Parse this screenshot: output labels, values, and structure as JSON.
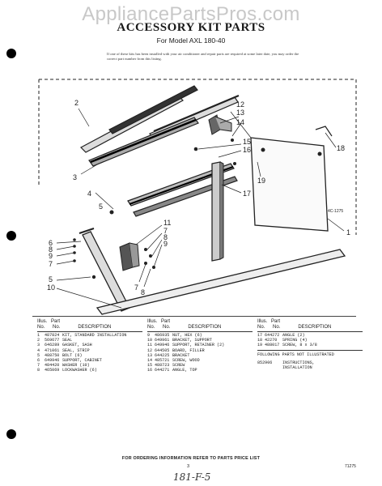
{
  "watermark": "AppliancePartsPros.com",
  "title": "ACCESSORY KIT PARTS",
  "subtitle": "For Model AXL 180-40",
  "note": "If one of these kits has been installed with your air conditioner and repair parts are required at some later date, you may order the correct part number from this listing.",
  "diagram_code": "4C-1275",
  "callouts": [
    "1",
    "2",
    "3",
    "4",
    "5",
    "6",
    "7",
    "8",
    "9",
    "10",
    "11",
    "12",
    "13",
    "14",
    "15",
    "16",
    "17",
    "18",
    "19"
  ],
  "table_header": {
    "illus": "Illus.",
    "part": "Part",
    "no": "No.",
    "no2": "No.",
    "description": "DESCRIPTION"
  },
  "columns": [
    [
      {
        "n": "1",
        "p": "487824",
        "d": "KIT, STANDARD INSTALLATION"
      },
      {
        "n": "2",
        "p": "569677",
        "d": "SEAL"
      },
      {
        "n": "3",
        "p": "646289",
        "d": "GASKET, SASH"
      },
      {
        "n": "4",
        "p": "471061",
        "d": "SEAL, STRIP"
      },
      {
        "n": "5",
        "p": "488750",
        "d": "BOLT (6)"
      },
      {
        "n": "6",
        "p": "649946",
        "d": "SUPPORT, CABINET"
      },
      {
        "n": "7",
        "p": "484420",
        "d": "WASHER (10)"
      },
      {
        "n": "8",
        "p": "465069",
        "d": "LOCKWASHER (6)"
      }
    ],
    [
      {
        "n": "9",
        "p": "486935",
        "d": "NUT, HEX (6)"
      },
      {
        "n": "10",
        "p": "649961",
        "d": "BRACKET, SUPPORT"
      },
      {
        "n": "11",
        "p": "649946",
        "d": "SUPPORT, RETAINER (2)"
      },
      {
        "n": "12",
        "p": "644505",
        "d": "BOARD, FILLER"
      },
      {
        "n": "13",
        "p": "644225",
        "d": "BRACKET"
      },
      {
        "n": "14",
        "p": "485721",
        "d": "SCREW, WOOD"
      },
      {
        "n": "15",
        "p": "488723",
        "d": "SCREW"
      },
      {
        "n": "16",
        "p": "644271",
        "d": "ANGLE, TOP"
      }
    ],
    [
      {
        "n": "17",
        "p": "644272",
        "d": "ANGLE (2)"
      },
      {
        "n": "18",
        "p": "42270",
        "d": "SPRING (4)"
      },
      {
        "n": "19",
        "p": "488017",
        "d": "SCREW, 8 x 3/8"
      }
    ]
  ],
  "not_illustrated_heading": "FOLLOWING PARTS NOT ILLUSTRATED",
  "not_illustrated": [
    {
      "p": "852906",
      "d": "INSTRUCTIONS,"
    },
    {
      "p": "",
      "d": "INSTALLATION"
    }
  ],
  "footer": "FOR ORDERING INFORMATION REFER TO PARTS PRICE LIST",
  "page_number": "3",
  "doc_code": "71275",
  "handwritten": "181-F-5"
}
